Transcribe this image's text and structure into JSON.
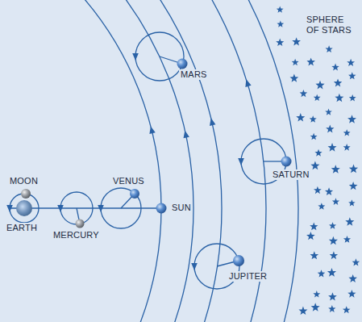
{
  "diagram": {
    "labels": [
      "SPHERE OF STARS",
      "MARS",
      "MOON",
      "VENUS",
      "SUN",
      "EARTH",
      "MERCURY",
      "SATURN",
      "JUPITER"
    ]
  }
}
